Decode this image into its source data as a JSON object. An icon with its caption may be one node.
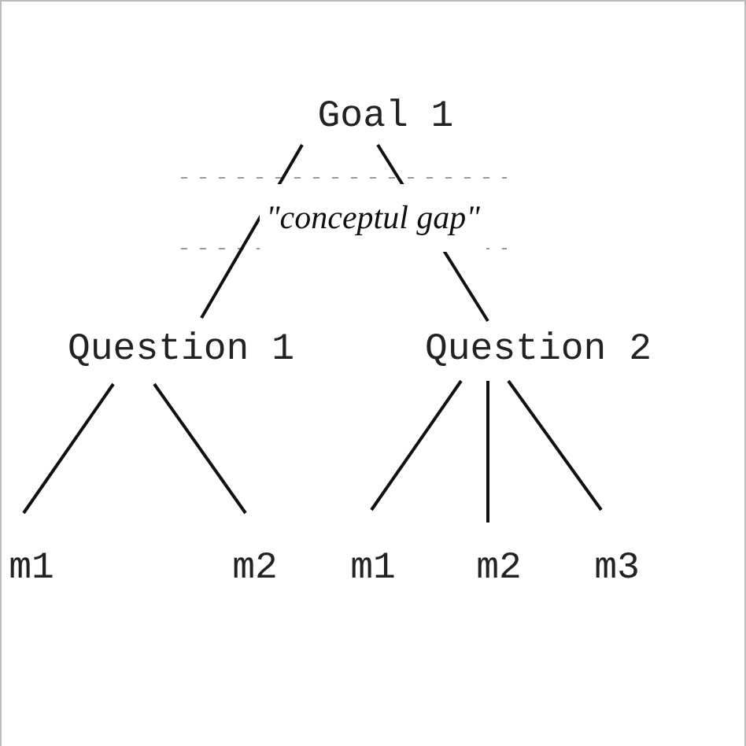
{
  "diagram": {
    "nodes": [
      {
        "text": [
          "Goal 1"
        ]
      },
      {
        "text": [
          "Question 1"
        ]
      },
      {
        "text": [
          "Question 2"
        ]
      },
      {
        "text": [
          "m1"
        ]
      },
      {
        "text": [
          "m2"
        ]
      },
      {
        "text": [
          "m1"
        ]
      },
      {
        "text": [
          "m2"
        ]
      },
      {
        "text": [
          "m3"
        ]
      }
    ],
    "edges": [
      {
        "from": 0,
        "to": 1,
        "arrow": "none"
      },
      {
        "from": 0,
        "to": 2,
        "arrow": "none"
      },
      {
        "from": 1,
        "to": 3,
        "arrow": "none"
      },
      {
        "from": 1,
        "to": 4,
        "arrow": "none"
      },
      {
        "from": 2,
        "to": 5,
        "arrow": "none"
      },
      {
        "from": 2,
        "to": 6,
        "arrow": "none"
      },
      {
        "from": 2,
        "to": 7,
        "arrow": "none"
      }
    ],
    "labels": [
      "\"conceptul gap\""
    ]
  }
}
